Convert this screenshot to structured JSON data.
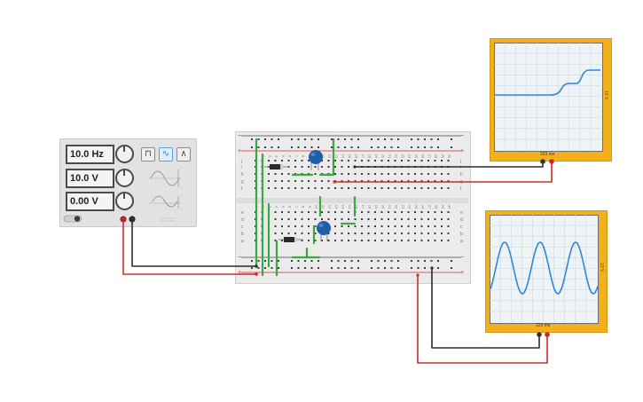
{
  "function_generator": {
    "frequency": "10.0 Hz",
    "amplitude": "10.0 V",
    "offset": "0.00 V",
    "waveforms": [
      "square",
      "sine",
      "triangle"
    ],
    "selected_waveform": "sine"
  },
  "breadboard": {
    "column_numbers": [
      "1",
      "2",
      "3",
      "4",
      "5",
      "6",
      "7",
      "8",
      "9",
      "10",
      "11",
      "12",
      "13",
      "14",
      "15",
      "16",
      "17",
      "18",
      "19",
      "20",
      "21",
      "22",
      "23",
      "24",
      "25",
      "26",
      "27",
      "28",
      "29",
      "30"
    ],
    "row_letters_top": [
      "j",
      "i",
      "h",
      "g",
      "f"
    ],
    "row_letters_bottom": [
      "e",
      "d",
      "c",
      "b",
      "a"
    ],
    "rail_minus": "−",
    "rail_plus": "+"
  },
  "oscilloscope_top": {
    "time_per_div": "223 ms",
    "volts_per_div": "10 V"
  },
  "oscilloscope_bottom": {
    "time_per_div": "223 ms",
    "volts_per_div": "10 V"
  },
  "colors": {
    "wire_red": "#d12b2b",
    "wire_black": "#2b2b2b",
    "wire_green": "#3aa845",
    "trace": "#2f86d6",
    "scope_body": "#f2b01c",
    "capacitor": "#1f5fa8"
  }
}
